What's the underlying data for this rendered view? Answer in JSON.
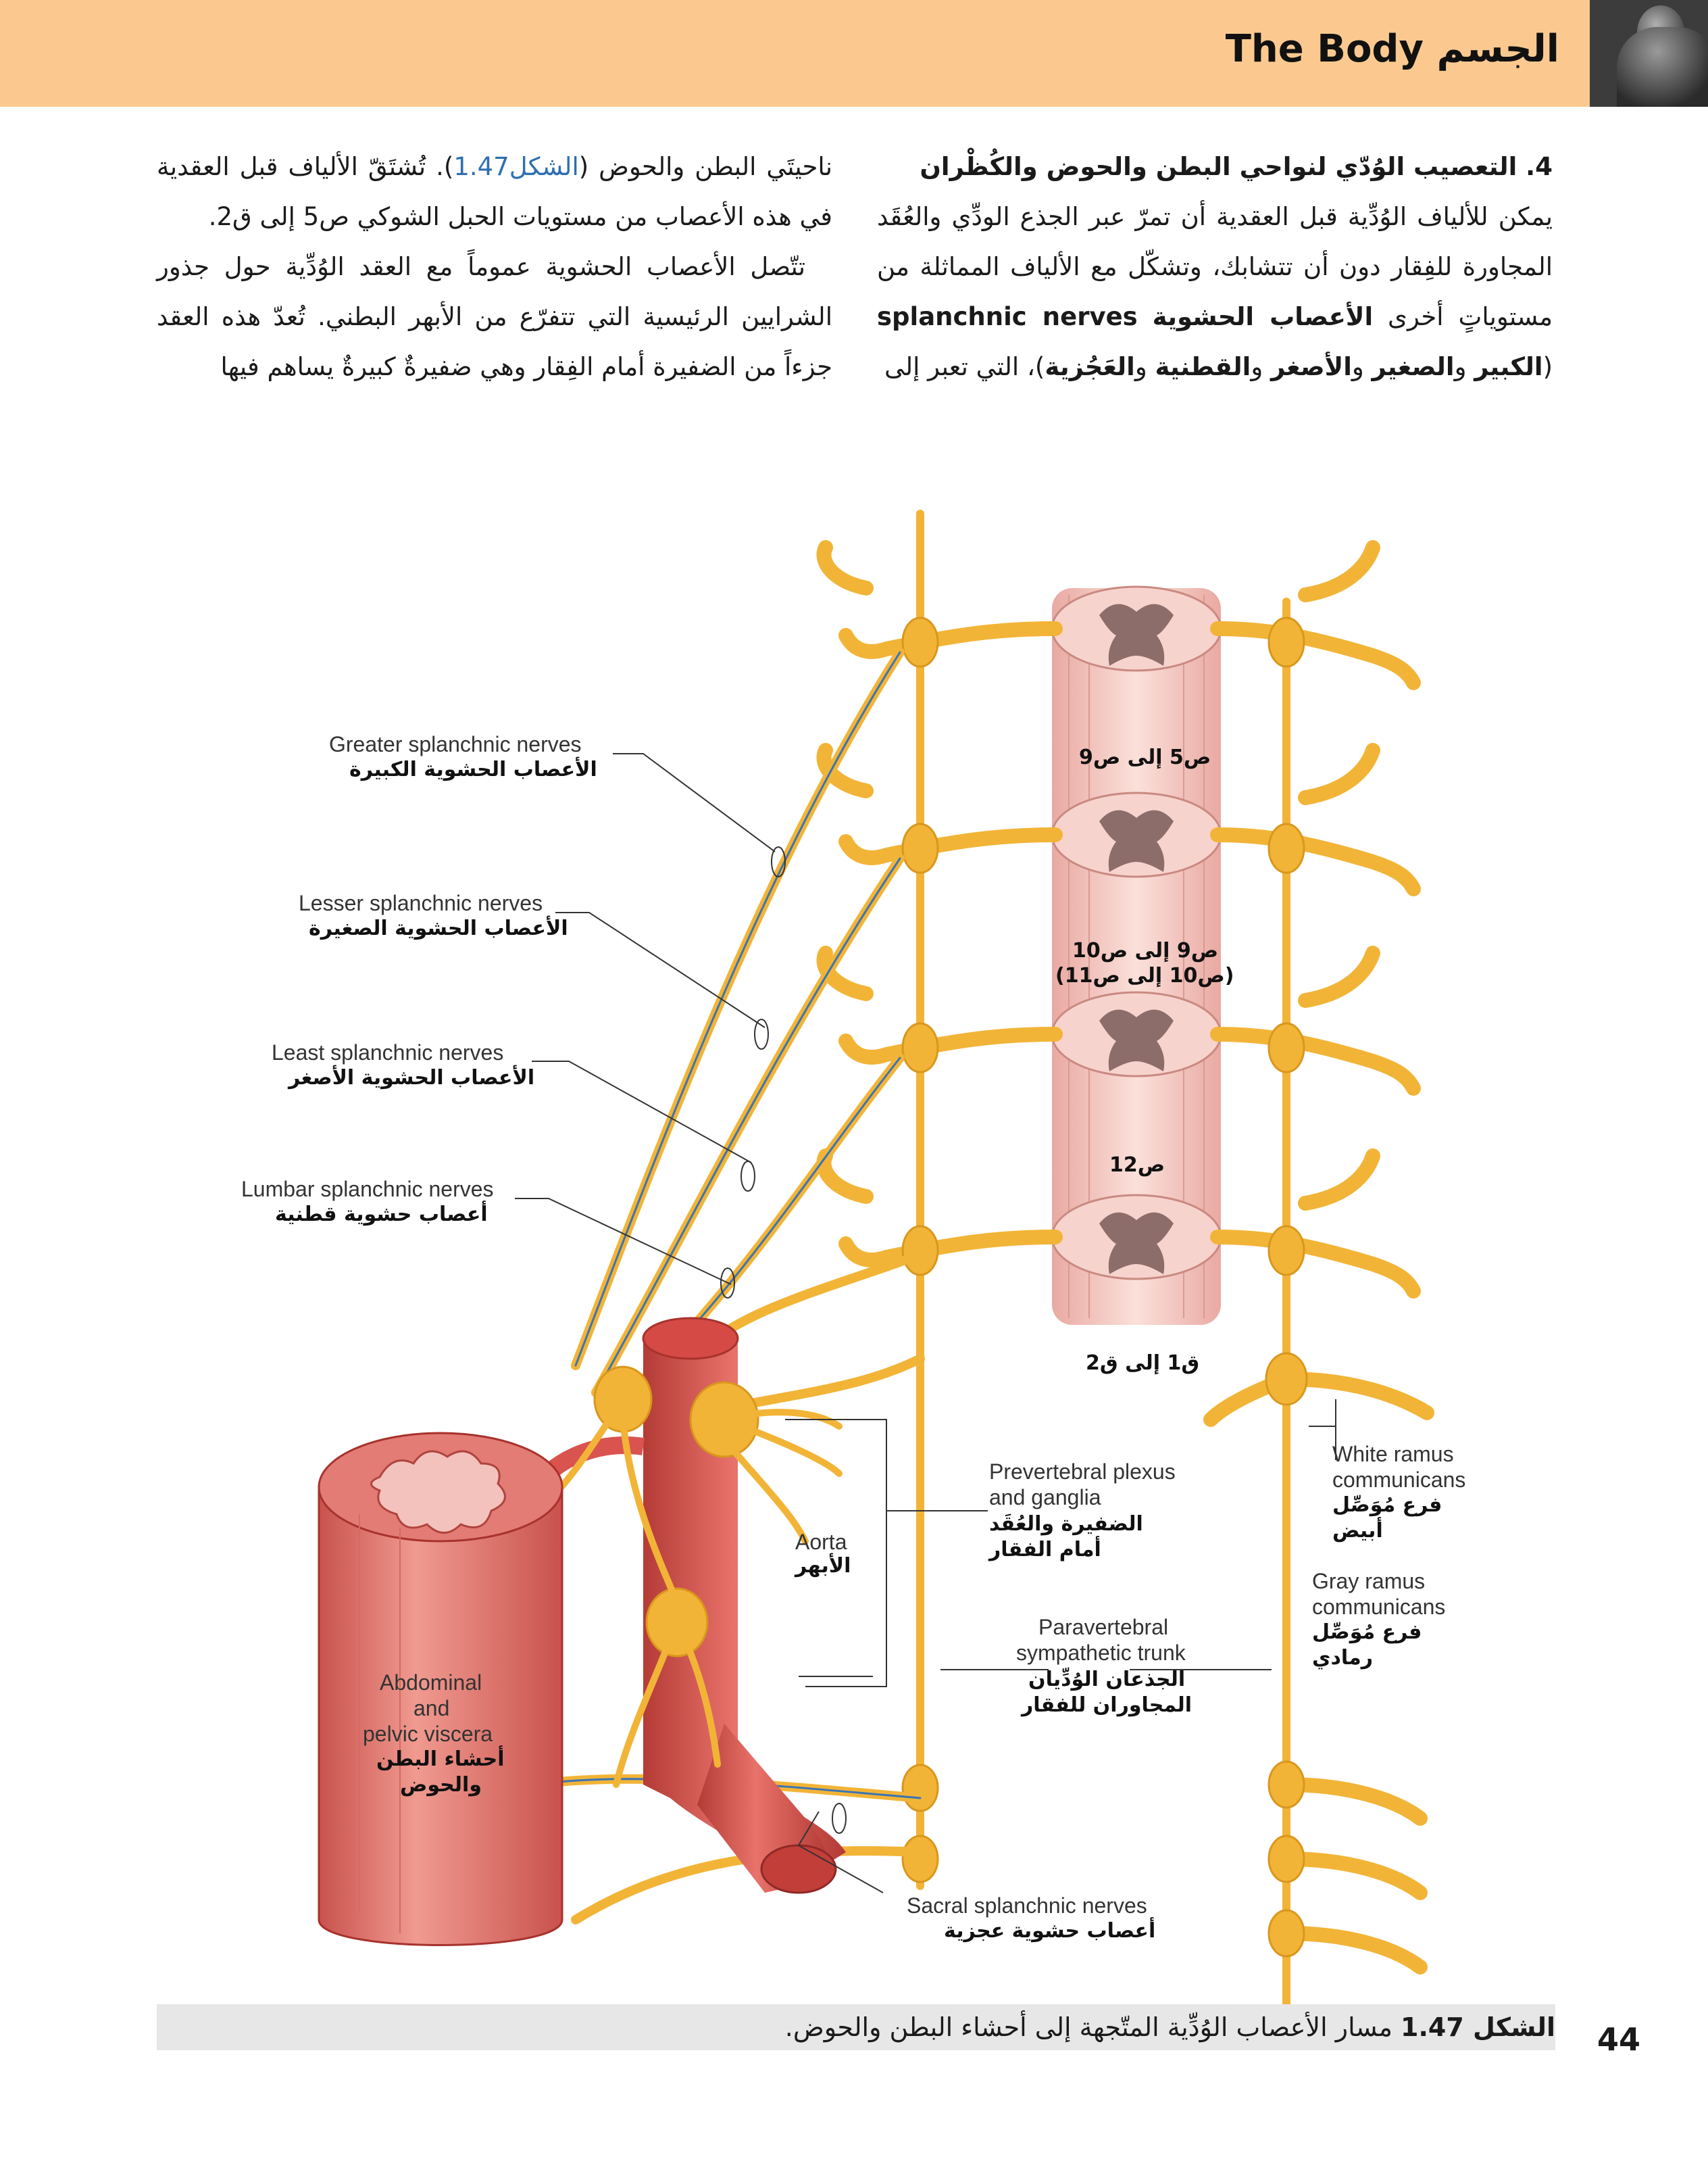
{
  "header": {
    "title": "The Body الجسم",
    "photo_icon": "human-torso-photo"
  },
  "col_right": {
    "heading": "4. التعصيب الوُدّي لنواحي البطن والحوض والكُظْران",
    "text_before": "يمكن للألياف الوُدِّية قبل العقدية أن تمرّ عبر الجذع الودِّي والعُقَد المجاورة للفِقار دون أن تتشابك، وتشكّل مع الألياف المماثلة من مستوياتٍ أخرى ",
    "term_ar": "الأعصاب الحشوية",
    "term_en": "splanchnic nerves",
    "text_mid": " (",
    "term_greater": "الكبير",
    "sep1": " و",
    "term_lesser": "الصغير",
    "sep2": " و",
    "term_least": "الأصغر",
    "sep3": " و",
    "term_lumbar": "القطنية",
    "sep4": " و",
    "term_sacral": "العَجُزية",
    "text_after": ")، التي تعبر إلى"
  },
  "col_left": {
    "p1_a": "ناحيتَي البطن والحوض (",
    "p1_ref": "الشكل1.47",
    "p1_b": "). تُشتَقّ الألياف قبل العقدية في هذه الأعصاب من مستويات الحبل الشوكي ص5 إلى ق2.",
    "p2": "تتّصل الأعصاب الحشوية عموماً مع العقد الوُدِّية حول جذور الشرايين الرئيسية التي تتفرّع من الأبهر البطني. تُعدّ هذه العقد جزءاً من الضفيرة أمام الفِقار وهي ضفيرةٌ كبيرةٌ يساهم فيها"
  },
  "figure": {
    "greater_en": "Greater splanchnic nerves",
    "greater_ar": "الأعصاب الحشوية الكبيرة",
    "lesser_en": "Lesser splanchnic nerves",
    "lesser_ar": "الأعصاب الحشوية الصغيرة",
    "least_en": "Least splanchnic nerves",
    "least_ar": "الأعصاب الحشوية الأصغر",
    "lumbar_en": "Lumbar splanchnic nerves",
    "lumbar_ar": "أعصاب حشوية قطنية",
    "level_1": "ص5 إلى ص9",
    "level_2": "ص9 إلى ص10",
    "level_2b": "(ص10 إلى ص11)",
    "level_3": "ص12",
    "level_4": "ق1 إلى ق2",
    "white_en_1": "White ramus",
    "white_en_2": "communicans",
    "white_ar_1": "فرع مُوَصِّل",
    "white_ar_2": "أبيض",
    "gray_en_1": "Gray ramus",
    "gray_en_2": "communicans",
    "gray_ar_1": "فرع مُوَصِّل",
    "gray_ar_2": "رمادي",
    "prevertebral_en_1": "Prevertebral plexus",
    "prevertebral_en_2": "and ganglia",
    "prevertebral_ar_1": "الضفيرة والعُقَد",
    "prevertebral_ar_2": "أمام الفقار",
    "aorta_en": "Aorta",
    "aorta_ar": "الأبهر",
    "paravertebral_en_1": "Paravertebral",
    "paravertebral_en_2": "sympathetic trunk",
    "paravertebral_ar_1": "الجذعان الوُدِّيان",
    "paravertebral_ar_2": "المجاوران للفقار",
    "viscera_en_1": "Abdominal",
    "viscera_en_2": "and",
    "viscera_en_3": "pelvic viscera",
    "viscera_ar_1": "أحشاء البطن",
    "viscera_ar_2": "والحوض",
    "sacral_en": "Sacral splanchnic nerves",
    "sacral_ar": "أعصاب حشوية عجزية"
  },
  "caption": {
    "label": "الشكل 1.47",
    "text": " مسار الأعصاب الوُدِّية المتّجهة إلى أحشاء البطن والحوض."
  },
  "page_number": "44",
  "colors": {
    "header_bg": "#fbc98f",
    "nerve": "#f2b437",
    "spinal_cord": "#f3c6bf",
    "artery": "#d9534f",
    "link": "#2e6fb0"
  }
}
